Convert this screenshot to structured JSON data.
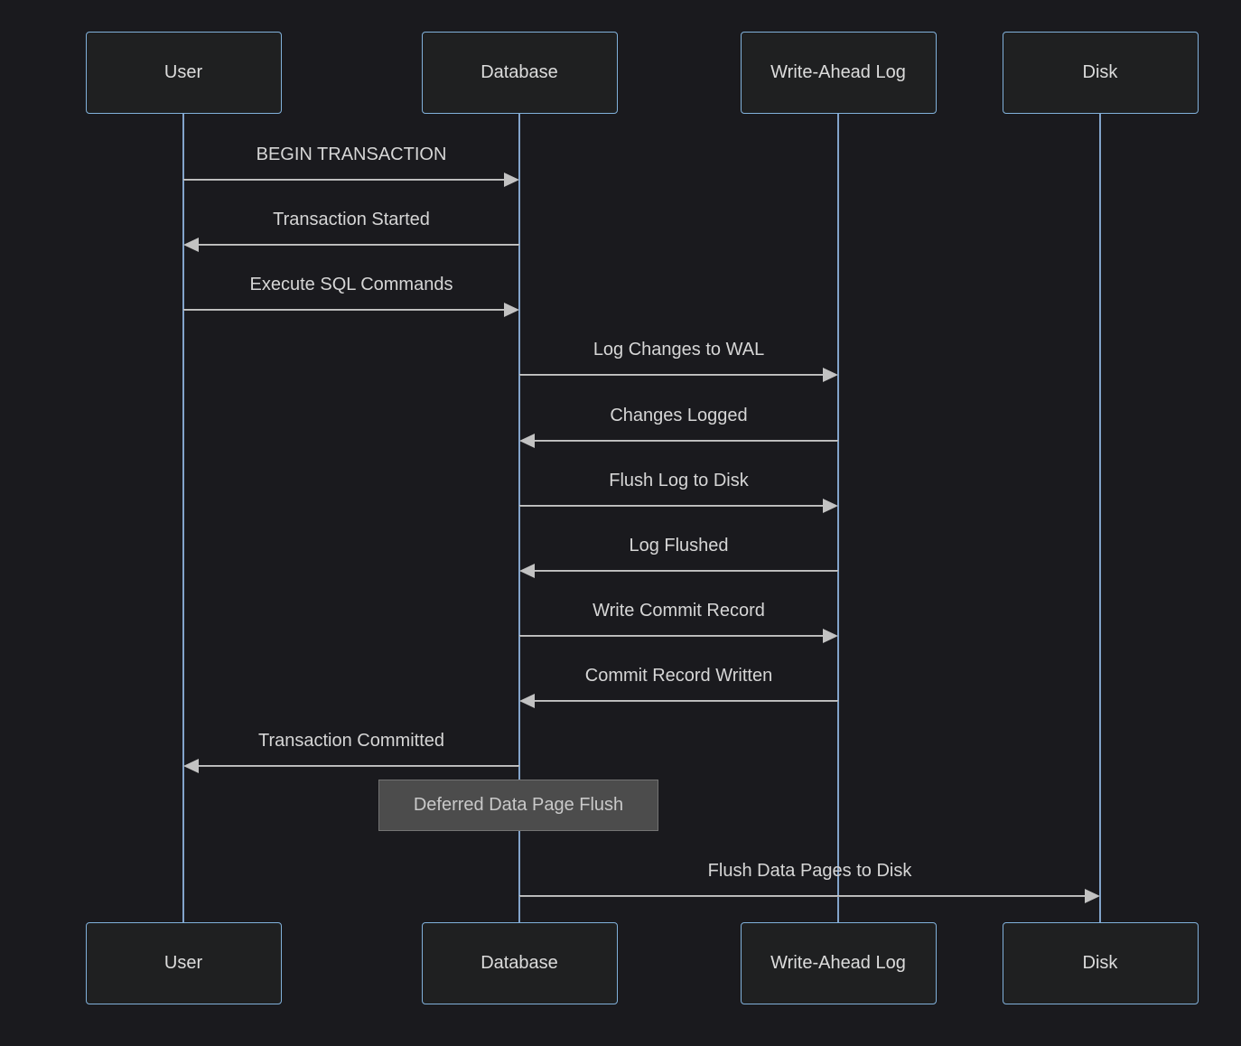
{
  "diagram": {
    "type": "sequence",
    "actors": [
      {
        "id": "user",
        "label": "User"
      },
      {
        "id": "database",
        "label": "Database"
      },
      {
        "id": "wal",
        "label": "Write-Ahead Log"
      },
      {
        "id": "disk",
        "label": "Disk"
      }
    ],
    "messages": [
      {
        "from": "user",
        "to": "database",
        "label": "BEGIN TRANSACTION"
      },
      {
        "from": "database",
        "to": "user",
        "label": "Transaction Started"
      },
      {
        "from": "user",
        "to": "database",
        "label": "Execute SQL Commands"
      },
      {
        "from": "database",
        "to": "wal",
        "label": "Log Changes to WAL"
      },
      {
        "from": "wal",
        "to": "database",
        "label": "Changes Logged"
      },
      {
        "from": "database",
        "to": "wal",
        "label": "Flush Log to Disk"
      },
      {
        "from": "wal",
        "to": "database",
        "label": "Log Flushed"
      },
      {
        "from": "database",
        "to": "wal",
        "label": "Write Commit Record"
      },
      {
        "from": "wal",
        "to": "database",
        "label": "Commit Record Written"
      },
      {
        "from": "database",
        "to": "user",
        "label": "Transaction Committed"
      },
      {
        "from": "database",
        "to": "disk",
        "label": "Flush Data Pages to Disk"
      }
    ],
    "note": {
      "over": "database",
      "label": "Deferred Data Page Flush",
      "position_after_message_index": 9
    },
    "colors": {
      "background": "#1a1a1e",
      "actor_fill": "#1f2021",
      "actor_border": "#81b1db",
      "actor_text": "#dcdcdc",
      "lifeline": "#82a3ca",
      "message_line": "#c2c2c2",
      "message_text": "#d6d6d6",
      "note_fill": "#4c4c4c",
      "note_border": "#737373",
      "note_text": "#c9c9c9"
    }
  }
}
